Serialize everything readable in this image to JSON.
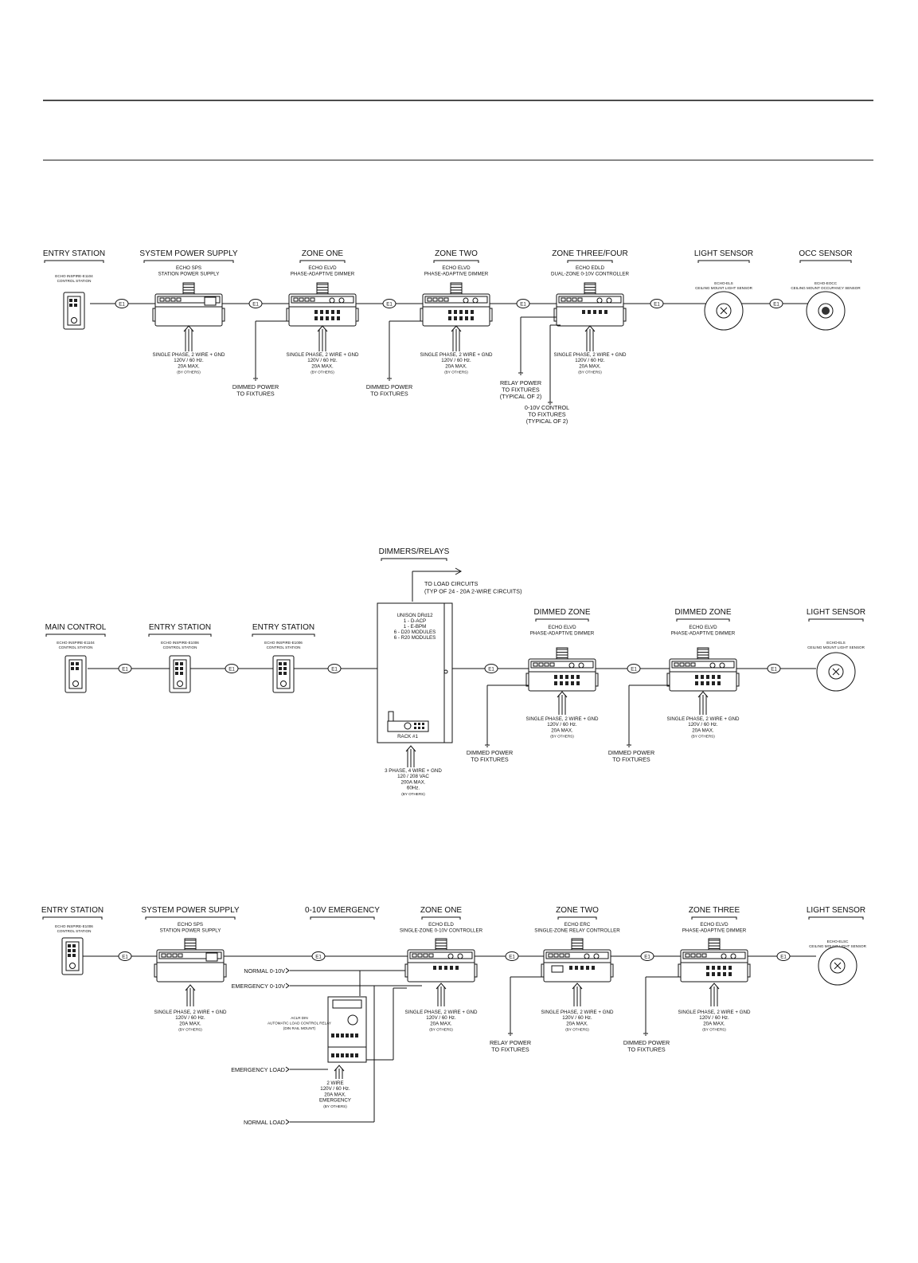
{
  "title": "",
  "wire_tag": "E1",
  "rows": [
    {
      "components": [
        {
          "header": "ENTRY STATION",
          "name": [
            "ECHO INSPIRE-E1104",
            "CONTROL STATION"
          ],
          "icon": "keypad-station-icon"
        },
        {
          "header": "SYSTEM POWER SUPPLY",
          "name": [
            "ECHO SPS",
            "STATION POWER SUPPLY"
          ],
          "icon": "power-supply-module-icon",
          "supply": [
            "SINGLE PHASE, 2 WIRE + GND",
            "120V / 60 Hz.",
            "20A MAX.",
            "(BY OTHERS)"
          ]
        },
        {
          "header": "ZONE ONE",
          "name": [
            "ECHO ELVD",
            "PHASE-ADAPTIVE DIMMER"
          ],
          "icon": "dimmer-module-icon",
          "supply": [
            "SINGLE PHASE, 2 WIRE + GND",
            "120V / 60 Hz.",
            "20A MAX.",
            "(BY OTHERS)"
          ],
          "output": [
            "DIMMED POWER",
            "TO FIXTURES"
          ]
        },
        {
          "header": "ZONE TWO",
          "name": [
            "ECHO ELVD",
            "PHASE-ADAPTIVE DIMMER"
          ],
          "icon": "dimmer-module-icon",
          "supply": [
            "SINGLE PHASE, 2 WIRE + GND",
            "120V / 60 Hz.",
            "20A MAX.",
            "(BY OTHERS)"
          ],
          "output": [
            "DIMMED POWER",
            "TO FIXTURES"
          ]
        },
        {
          "header": "ZONE THREE/FOUR",
          "name": [
            "ECHO EDLD",
            "DUAL-ZONE 0-10V CONTROLLER"
          ],
          "icon": "controller-module-icon",
          "supply": [
            "SINGLE PHASE, 2 WIRE + GND",
            "120V / 60 Hz.",
            "20A MAX.",
            "(BY OTHERS)"
          ],
          "output": [
            "RELAY POWER",
            "TO FIXTURES",
            "(TYPICAL OF 2)"
          ],
          "output2": [
            "0-10V CONTROL",
            "TO FIXTURES",
            "(TYPICAL OF 2)"
          ]
        },
        {
          "header": "LIGHT SENSOR",
          "name": [
            "ECHO-ELS",
            "CEILING MOUNT LIGHT SENSOR"
          ],
          "icon": "light-sensor-icon"
        },
        {
          "header": "OCC SENSOR",
          "name": [
            "ECHO-EOCC",
            "CEILING MOUNT OCCUPANCY SENSOR"
          ],
          "icon": "occupancy-sensor-icon"
        }
      ]
    },
    {
      "components": [
        {
          "header": "MAIN CONTROL",
          "name": [
            "ECHO INSPIRE-E1104",
            "CONTROL STATION"
          ],
          "icon": "keypad-station-icon"
        },
        {
          "header": "ENTRY STATION",
          "name": [
            "ECHO INSPIRE-E1006",
            "CONTROL STATION"
          ],
          "icon": "keypad-station-icon"
        },
        {
          "header": "ENTRY STATION",
          "name": [
            "ECHO INSPIRE-E1006",
            "CONTROL STATION"
          ],
          "icon": "keypad-station-icon"
        },
        {
          "header": "DIMMERS/RELAYS",
          "name": [
            "UNISON DRd12",
            "1 - D-ACP",
            "1 - E-BPM",
            "6 - D20 MODULES",
            "6 - R20 MODULES"
          ],
          "rack": "RACK #1",
          "icon": "dimmer-rack-icon",
          "load": [
            "TO LOAD CIRCUITS",
            "(TYP OF 24 - 20A 2-WIRE CIRCUITS)"
          ],
          "supply": [
            "3 PHASE, 4 WIRE + GND",
            "120 / 208 VAC",
            "200A MAX.",
            "60Hz.",
            "(BY OTHERS)"
          ]
        },
        {
          "header": "DIMMED ZONE",
          "name": [
            "ECHO ELVD",
            "PHASE-ADAPTIVE DIMMER"
          ],
          "icon": "dimmer-module-icon",
          "supply": [
            "SINGLE PHASE, 2 WIRE + GND",
            "120V / 60 Hz.",
            "20A MAX.",
            "(BY OTHERS)"
          ],
          "output": [
            "DIMMED POWER",
            "TO FIXTURES"
          ]
        },
        {
          "header": "DIMMED ZONE",
          "name": [
            "ECHO ELVD",
            "PHASE-ADAPTIVE DIMMER"
          ],
          "icon": "dimmer-module-icon",
          "supply": [
            "SINGLE PHASE, 2 WIRE + GND",
            "120V / 60 Hz.",
            "20A MAX.",
            "(BY OTHERS)"
          ],
          "output": [
            "DIMMED POWER",
            "TO FIXTURES"
          ]
        },
        {
          "header": "LIGHT SENSOR",
          "name": [
            "ECHO-ELS",
            "CEILING MOUNT LIGHT SENSOR"
          ],
          "icon": "light-sensor-icon"
        }
      ]
    },
    {
      "components": [
        {
          "header": "ENTRY STATION",
          "name": [
            "ECHO INSPIRE-E1006",
            "CONTROL STATION"
          ],
          "icon": "keypad-station-icon"
        },
        {
          "header": "SYSTEM POWER SUPPLY",
          "name": [
            "ECHO SPS",
            "STATION POWER SUPPLY"
          ],
          "icon": "power-supply-module-icon",
          "supply": [
            "SINGLE PHASE, 2 WIRE + GND",
            "120V / 60 Hz.",
            "20A MAX.",
            "(BY OTHERS)"
          ]
        },
        {
          "header": "0-10V EMERGENCY",
          "name": [
            "ACLR DIN",
            "AUTOMATIC LOAD CONTROL RELAY",
            "(DIN RAIL MOUNT)"
          ],
          "icon": "din-relay-icon",
          "supply": [
            "2 WIRE",
            "120V / 60 Hz.",
            "20A MAX.",
            "EMERGENCY",
            "(BY OTHERS)"
          ],
          "terminals": [
            "NORMAL 0-10V",
            "EMERGENCY 0-10V",
            "EMERGENCY LOAD",
            "NORMAL LOAD"
          ]
        },
        {
          "header": "ZONE ONE",
          "name": [
            "ECHO ELD",
            "SINGLE-ZONE 0-10V CONTROLLER"
          ],
          "icon": "controller-module-icon",
          "supply": [
            "SINGLE PHASE, 2 WIRE + GND",
            "120V / 60 Hz.",
            "20A MAX.",
            "(BY OTHERS)"
          ]
        },
        {
          "header": "ZONE TWO",
          "name": [
            "ECHO ERC",
            "SINGLE-ZONE RELAY CONTROLLER"
          ],
          "icon": "relay-module-icon",
          "supply": [
            "SINGLE PHASE, 2 WIRE + GND",
            "120V / 60 Hz.",
            "20A MAX.",
            "(BY OTHERS)"
          ],
          "output": [
            "RELAY POWER",
            "TO FIXTURES"
          ]
        },
        {
          "header": "ZONE THREE",
          "name": [
            "ECHO ELVD",
            "PHASE-ADAPTIVE DIMMER"
          ],
          "icon": "dimmer-module-icon",
          "supply": [
            "SINGLE PHASE, 2 WIRE + GND",
            "120V / 60 Hz.",
            "20A MAX.",
            "(BY OTHERS)"
          ],
          "output": [
            "DIMMED POWER",
            "TO FIXTURES"
          ]
        },
        {
          "header": "LIGHT SENSOR",
          "name": [
            "ECHO-ELSC",
            "CEILING MOUNT LIGHT SENSOR"
          ],
          "icon": "light-sensor-icon"
        }
      ]
    }
  ]
}
